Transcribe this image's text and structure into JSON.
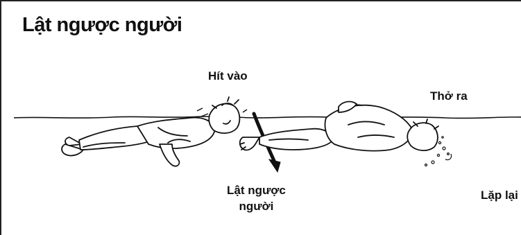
{
  "title": "Lật ngược người",
  "labels": {
    "inhale": "Hít vào",
    "exhale": "Thở ra",
    "flip_line1": "Lật ngược",
    "flip_line2": "người",
    "repeat": "Lặp lại"
  },
  "colors": {
    "ink": "#111111",
    "background": "#ffffff"
  }
}
